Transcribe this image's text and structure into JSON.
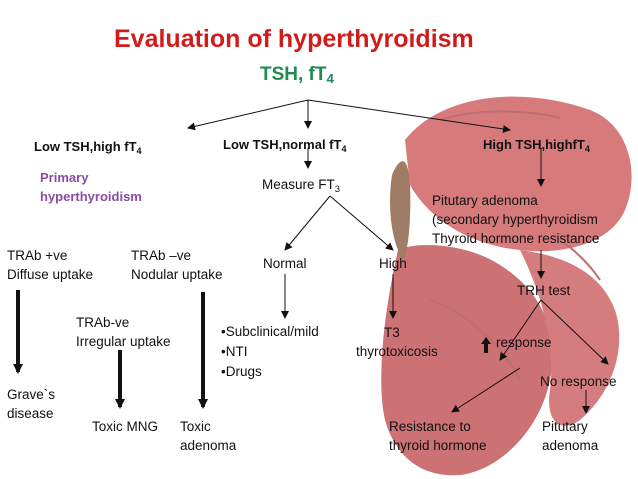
{
  "title": "Evaluation of hyperthyroidism",
  "root": {
    "main": "TSH, fT",
    "sub": "4"
  },
  "branches": {
    "left": {
      "main": "Low TSH,high fT",
      "sub": "4"
    },
    "middle": {
      "main": "Low TSH,normal fT",
      "sub": "4"
    },
    "right": {
      "main": "High TSH,highfT",
      "sub": "4"
    }
  },
  "primary": [
    "Primary",
    "hyperthyroidism"
  ],
  "measure": {
    "main": "Measure FT",
    "sub": "3"
  },
  "trab_pos": [
    "TRAb +ve",
    "Diffuse uptake"
  ],
  "trab_neg": [
    "TRAb –ve",
    "Nodular uptake"
  ],
  "trab_neg_irr": [
    "TRAb-ve",
    "Irregular uptake"
  ],
  "graves": [
    "Grave`s",
    "disease"
  ],
  "toxic_mng": "Toxic MNG",
  "toxic_adenoma": [
    "Toxic",
    "adenoma"
  ],
  "normal": "Normal",
  "high": "High",
  "normal_causes": [
    "•Subclinical/mild",
    "•NTI",
    "•Drugs"
  ],
  "t3": [
    "T3",
    "thyrotoxicosis"
  ],
  "pituitary": [
    "Pitutary adenoma",
    "(secondary hyperthyroidism",
    "Thyroid hormone resistance"
  ],
  "trh": "TRH test",
  "response": "response",
  "no_response": "No response",
  "resistance": [
    "Resistance to",
    "thyroid hormone"
  ],
  "pituitary_adenoma": [
    "Pitutary",
    "adenoma"
  ],
  "colors": {
    "title": "#d21c1c",
    "root": "#1f8a52",
    "primary": "#8b4ba3",
    "butterfly": "#c8474a"
  }
}
